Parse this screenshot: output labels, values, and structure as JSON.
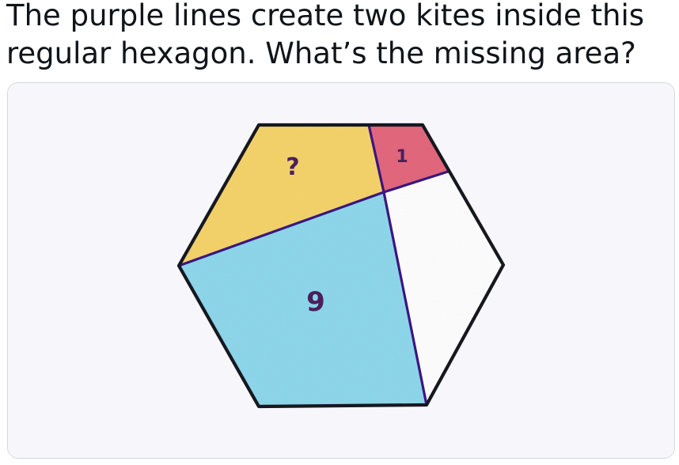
{
  "post": {
    "text": "The purple lines create two kites inside this regular hexagon. What’s the missing area?"
  },
  "figure": {
    "labels": {
      "unknown_kite": "?",
      "small_kite": "1",
      "large_kite": "9"
    },
    "colors": {
      "paper": "#f7f6fb",
      "hexagon_outline": "#161820",
      "purple_lines": "#3b1680",
      "yellow_region": "#f6d46b",
      "red_region": "#e4687e",
      "blue_region": "#8fd8ec",
      "handwriting": "#4a1f5c"
    }
  }
}
